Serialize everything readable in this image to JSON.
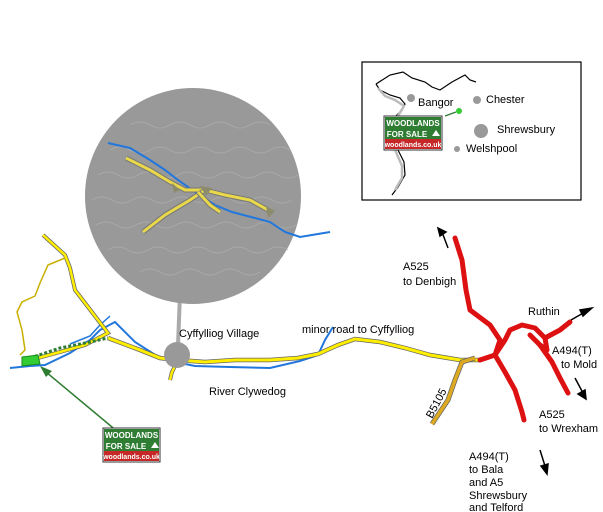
{
  "labels": {
    "village": "Cyffylliog Village",
    "minor_road": "minor road to Cyffylliog",
    "river": "River Clywedog",
    "b5105": "B5105",
    "a525_denbigh_1": "A525",
    "a525_denbigh_2": "to Denbigh",
    "ruthin": "Ruthin",
    "a494_mold_1": "A494(T)",
    "a494_mold_2": "to Mold",
    "a525_wrexham_1": "A525",
    "a525_wrexham_2": "to Wrexham",
    "a494_bala_1": "A494(T)",
    "a494_bala_2": "to Bala",
    "a494_bala_3": "and A5",
    "a494_bala_4": "Shrewsbury",
    "a494_bala_5": "and Telford"
  },
  "inset": {
    "bangor": "Bangor",
    "chester": "Chester",
    "shrewsbury": "Shrewsbury",
    "welshpool": "Welshpool"
  },
  "logo": {
    "line1": "WOODLANDS",
    "line2": "FOR SALE",
    "url": "woodlands.co.uk"
  },
  "colors": {
    "a_road": "#dd1111",
    "b_road": "#ddaa22",
    "minor_road": "#ffee00",
    "river": "#2277dd",
    "woodland": "#33cc33",
    "logo_green": "#2e7d32",
    "logo_red": "#c62828",
    "magnifier": "#999999"
  }
}
